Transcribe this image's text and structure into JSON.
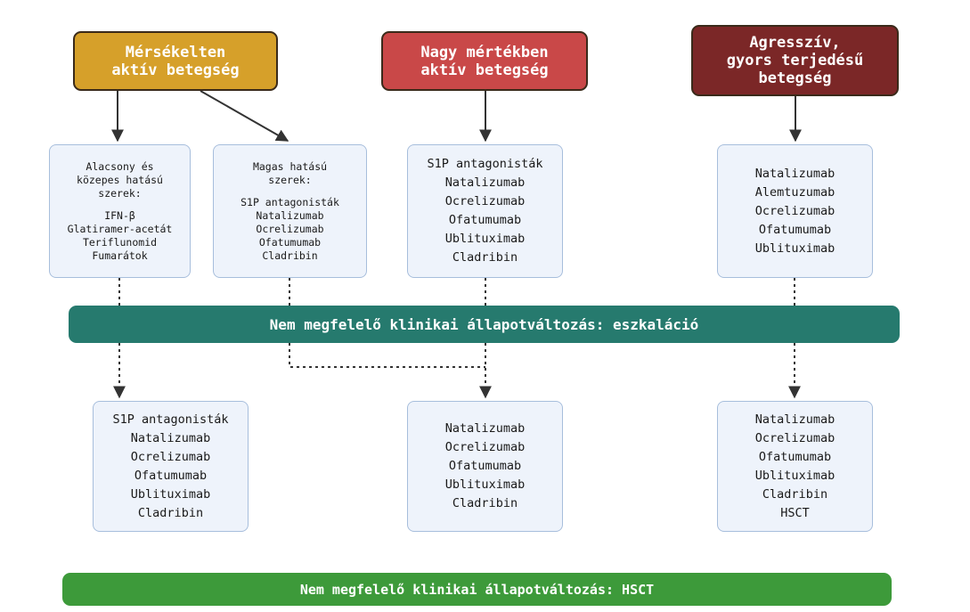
{
  "colors": {
    "moderate": "#d6a02a",
    "high": "#c94848",
    "aggressive": "#7b2727",
    "escalation_bar": "#267a6e",
    "hsct_bar": "#3d9a3a",
    "box_fill": "#eef3fb",
    "box_border": "#a7bedc",
    "connector": "#333333"
  },
  "headers": {
    "moderate": {
      "line1": "Mérsékelten",
      "line2": "aktív betegség"
    },
    "high": {
      "line1": "Nagy mértékben",
      "line2": "aktív betegség"
    },
    "aggressive": {
      "line1": "Agresszív,",
      "line2": "gyors terjedésű",
      "line3": "betegség"
    }
  },
  "first_line": {
    "low_mid": {
      "title": [
        "Alacsony és",
        "közepes hatású",
        "szerek:"
      ],
      "drugs": [
        "IFN-β",
        "Glatiramer-acetát",
        "Teriflunomid",
        "Fumarátok"
      ]
    },
    "high_eff": {
      "title": [
        "Magas hatású",
        "szerek:"
      ],
      "drugs": [
        "S1P antagonisták",
        "Natalizumab",
        "Ocrelizumab",
        "Ofatumumab",
        "Cladribin"
      ]
    },
    "high_active": {
      "drugs": [
        "S1P antagonisták",
        "Natalizumab",
        "Ocrelizumab",
        "Ofatumumab",
        "Ublituximab",
        "Cladribin"
      ]
    },
    "aggressive": {
      "drugs": [
        "Natalizumab",
        "Alemtuzumab",
        "Ocrelizumab",
        "Ofatumumab",
        "Ublituximab"
      ]
    }
  },
  "escalation_label": "Nem megfelelő klinikai állapotváltozás: eszkaláció",
  "second_line": {
    "left": {
      "drugs": [
        "S1P antagonisták",
        "Natalizumab",
        "Ocrelizumab",
        "Ofatumumab",
        "Ublituximab",
        "Cladribin"
      ]
    },
    "middle": {
      "drugs": [
        "Natalizumab",
        "Ocrelizumab",
        "Ofatumumab",
        "Ublituximab",
        "Cladribin"
      ]
    },
    "right": {
      "drugs": [
        "Natalizumab",
        "Ocrelizumab",
        "Ofatumumab",
        "Ublituximab",
        "Cladribin",
        "HSCT"
      ]
    }
  },
  "hsct_label": "Nem megfelelő klinikai állapotváltozás: HSCT"
}
